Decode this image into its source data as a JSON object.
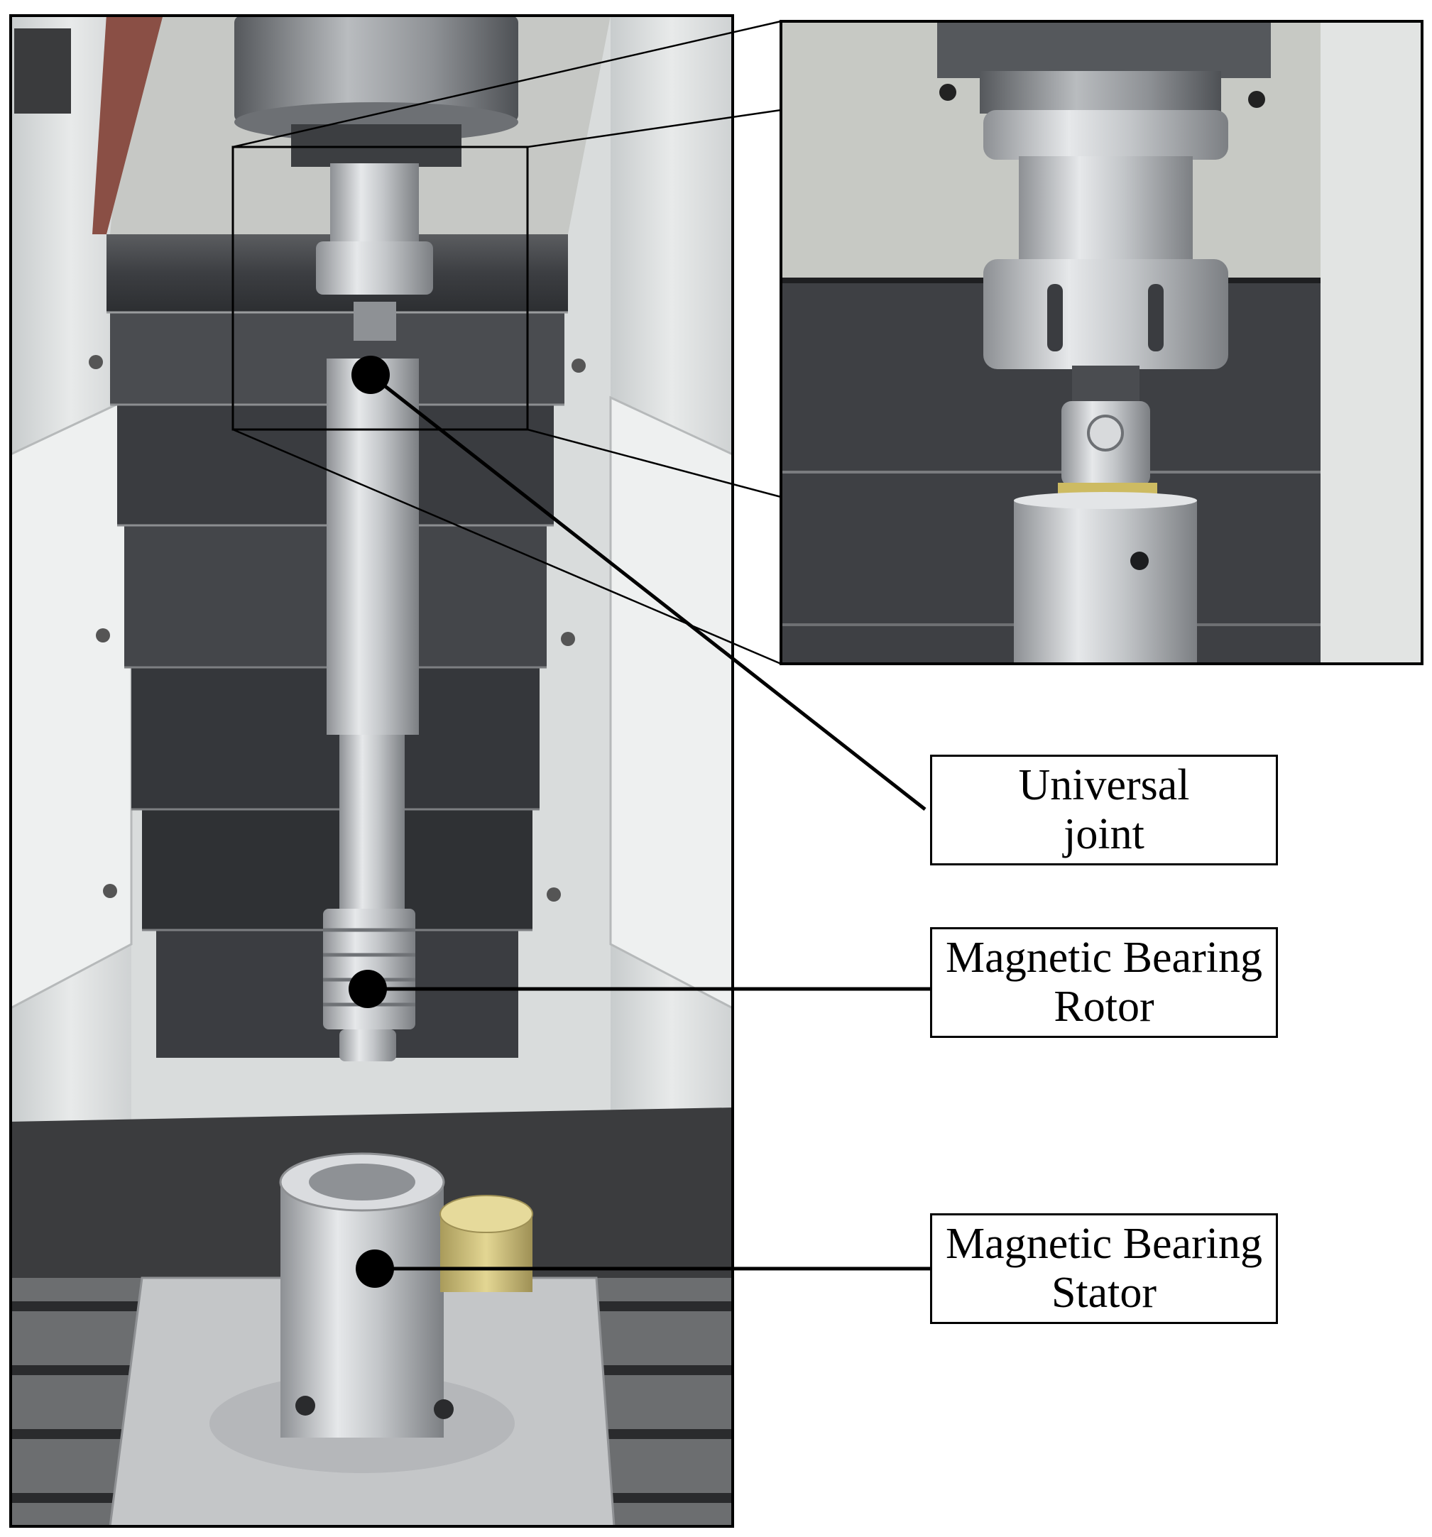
{
  "labels": {
    "universal_joint": "Universal\njoint",
    "bearing_rotor": "Magnetic Bearing\nRotor",
    "bearing_stator": "Magnetic Bearing\nStator"
  },
  "colors": {
    "frame": "#000000",
    "leader": "#000000",
    "marker": "#000000",
    "metal": "#c9cccf",
    "dark_cover": "#3f4145",
    "panel": "#dcdfe0",
    "table": "#8a8d90"
  },
  "icons": {
    "photo_machine": "cnc-machine-photo",
    "photo_zoom": "universal-joint-closeup-photo"
  }
}
